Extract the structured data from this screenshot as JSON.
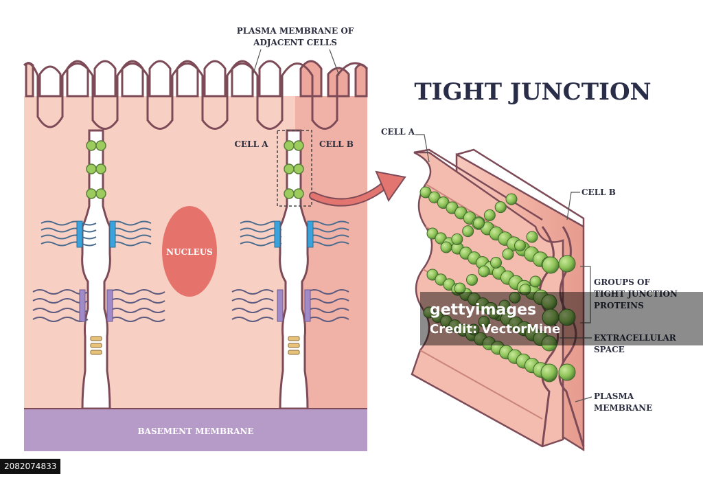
{
  "title": "TIGHT JUNCTION",
  "labels": {
    "plasma_membrane_adjacent_1": "PLASMA MEMBRANE OF",
    "plasma_membrane_adjacent_2": "ADJACENT CELLS",
    "cell_a": "CELL A",
    "cell_b": "CELL B",
    "nucleus": "NUCLEUS",
    "basement_membrane": "BASEMENT MEMBRANE",
    "zoom_cell_a": "CELL A",
    "zoom_cell_b": "CELL B",
    "groups_1": "GROUPS OF",
    "groups_2": "TIGHT JUNCTION",
    "groups_3": "PROTEINS",
    "extracellular_1": "EXTRACELLULAR",
    "extracellular_2": "SPACE",
    "plasma_membrane_1": "PLASMA",
    "plasma_membrane_2": "MEMBRANE"
  },
  "watermark": {
    "line1": "gettyimages",
    "line2": "Credit: VectorMine"
  },
  "stock_id": "2082074833",
  "colors": {
    "cytoplasm": "#f8cfc3",
    "cell_b_shade": "#eea79c",
    "membrane_outline": "#7d4b57",
    "basement": "#b69ac8",
    "nucleus": "#e5736b",
    "protein_green": "#9ccc5e",
    "desmosome_blue": "#3aa3dc",
    "adherens_purple": "#a08ac8",
    "gap_yellow": "#e6c27a",
    "arrow": "#e2756f"
  }
}
